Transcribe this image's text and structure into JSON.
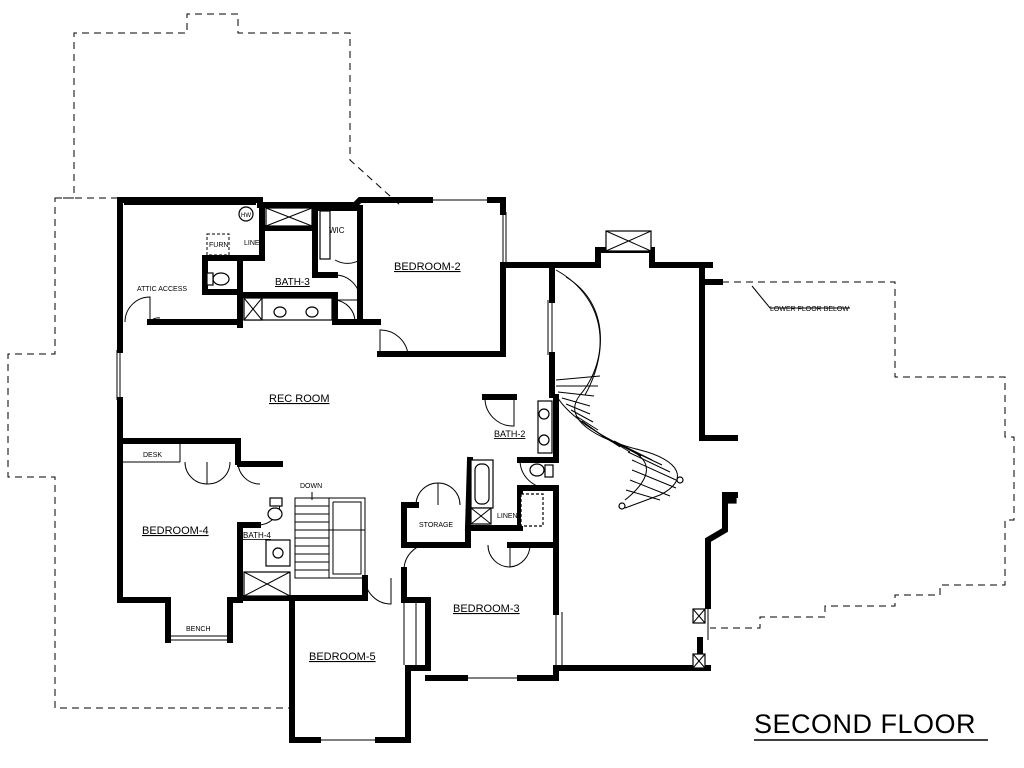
{
  "title": "SECOND FLOOR",
  "rooms": {
    "rec_room": "REC ROOM",
    "bedroom_2": "BEDROOM-2",
    "bedroom_3": "BEDROOM-3",
    "bedroom_4": "BEDROOM-4",
    "bedroom_5": "BEDROOM-5",
    "bath_2": "BATH-2",
    "bath_3": "BATH-3",
    "bath_4": "BATH-4"
  },
  "labels": {
    "wic": "WIC",
    "linen_top": "LINEN",
    "linen_mid": "LINEN",
    "furn": "FURN",
    "hw": "HW",
    "attic_access": "ATTIC ACCESS",
    "desk": "DESK",
    "bench": "BENCH",
    "down": "DOWN",
    "storage": "STORAGE",
    "lower_floor_below": "LOWER FLOOR BELOW"
  }
}
